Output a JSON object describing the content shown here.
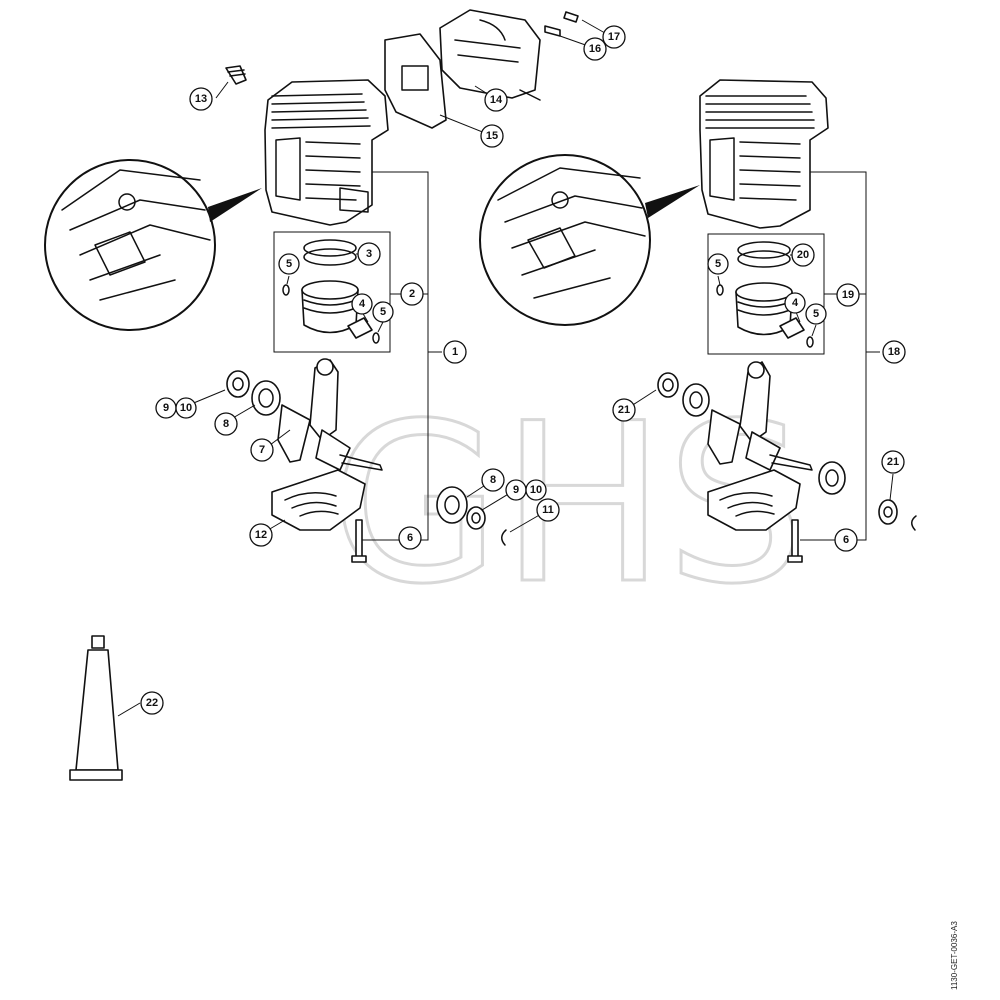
{
  "watermark": "GHS",
  "drawing_code": "1130-GET-0036-A3",
  "callouts": [
    {
      "id": "c1",
      "label": "1"
    },
    {
      "id": "c2",
      "label": "2"
    },
    {
      "id": "c3",
      "label": "3"
    },
    {
      "id": "c4a",
      "label": "4"
    },
    {
      "id": "c5a",
      "label": "5"
    },
    {
      "id": "c5b",
      "label": "5"
    },
    {
      "id": "c6a",
      "label": "6"
    },
    {
      "id": "c7",
      "label": "7"
    },
    {
      "id": "c8a",
      "label": "8"
    },
    {
      "id": "c8b",
      "label": "8"
    },
    {
      "id": "c9a",
      "label": "9"
    },
    {
      "id": "c10a",
      "label": "10"
    },
    {
      "id": "c9b",
      "label": "9"
    },
    {
      "id": "c10b",
      "label": "10"
    },
    {
      "id": "c11",
      "label": "11"
    },
    {
      "id": "c12",
      "label": "12"
    },
    {
      "id": "c13",
      "label": "13"
    },
    {
      "id": "c14",
      "label": "14"
    },
    {
      "id": "c15",
      "label": "15"
    },
    {
      "id": "c16",
      "label": "16"
    },
    {
      "id": "c17",
      "label": "17"
    },
    {
      "id": "c18",
      "label": "18"
    },
    {
      "id": "c19",
      "label": "19"
    },
    {
      "id": "c20",
      "label": "20"
    },
    {
      "id": "c4b",
      "label": "4"
    },
    {
      "id": "c5c",
      "label": "5"
    },
    {
      "id": "c5d",
      "label": "5"
    },
    {
      "id": "c21a",
      "label": "21"
    },
    {
      "id": "c21b",
      "label": "21"
    },
    {
      "id": "c6b",
      "label": "6"
    },
    {
      "id": "c22",
      "label": "22"
    }
  ]
}
